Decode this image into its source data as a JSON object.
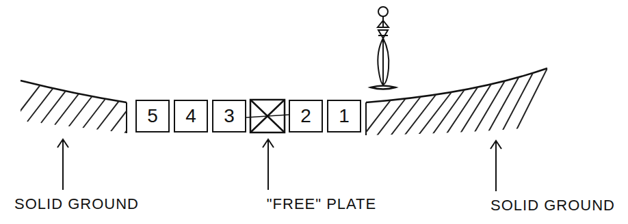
{
  "diagram": {
    "nodes": [
      {
        "text": [
          "5"
        ]
      },
      {
        "text": [
          "4"
        ]
      },
      {
        "text": [
          "3"
        ]
      },
      {
        "text": [
          "2"
        ]
      },
      {
        "text": [
          "1"
        ]
      }
    ],
    "labels": [
      "SOLID GROUND",
      "\"FREE\" PLATE",
      "SOLID GROUND"
    ]
  }
}
